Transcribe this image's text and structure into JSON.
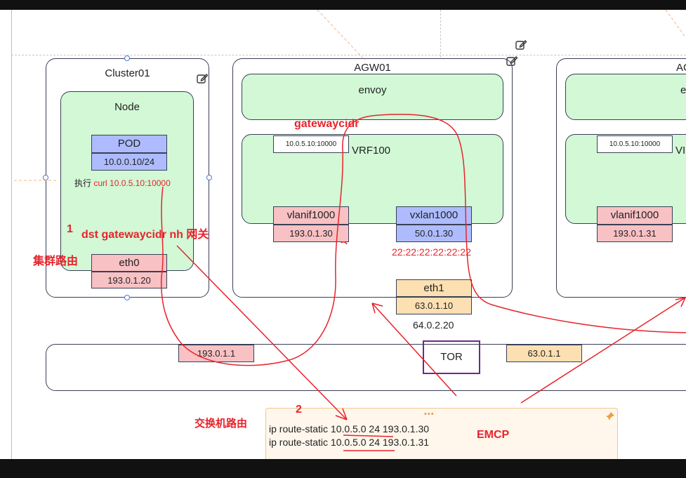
{
  "cluster": {
    "title": "Cluster01",
    "node_title": "Node",
    "pod_label": "POD",
    "pod_ip": "10.0.0.10/24",
    "exec_prefix": "执行",
    "exec_cmd": "curl 10.0.5.10:10000",
    "eth0_label": "eth0",
    "eth0_ip": "193.0.1.20"
  },
  "agw01": {
    "title": "AGW01",
    "envoy": "envoy",
    "vrf_tag": "10.0.5.10:10000",
    "vrf": "VRF100",
    "vlanif": "vlanif1000",
    "vlanif_ip": "193.0.1.30",
    "vxlan": "vxlan1000",
    "vxlan_ip": "50.0.1.30",
    "mac": "22:22:22:22:22:22",
    "eth1": "eth1",
    "eth1_ip": "63.0.1.10",
    "eth1_extra": "64.0.2.20"
  },
  "agw02": {
    "title": "AG",
    "envoy": "e",
    "vrf_tag": "10.0.5.10:10000",
    "vrf": "VI",
    "vlanif": "vlanif1000",
    "vlanif_ip": "193.0.1.31"
  },
  "tor": {
    "label": "TOR",
    "left_ip": "193.0.1.1",
    "right_ip": "63.0.1.1"
  },
  "annotations": {
    "gatewaycidr": "gatewaycidr",
    "step1_num": "1",
    "step1_text": "dst gatewaycidr nh 网关",
    "cluster_route": "集群路由",
    "step2_num": "2",
    "switch_route": "交换机路由",
    "emcp": "EMCP"
  },
  "note": {
    "dots": "•••",
    "line1": "ip route-static 10.0.5.0 24 193.0.1.30",
    "line2": "ip route-static 10.0.5.0 24 193.0.1.31"
  },
  "colors": {
    "green": "#d2f8d6",
    "pink": "#f8c1c4",
    "blue": "#aebcff",
    "orange": "#fde0b2",
    "red": "#e8232b",
    "purple": "#6b2a8a"
  }
}
